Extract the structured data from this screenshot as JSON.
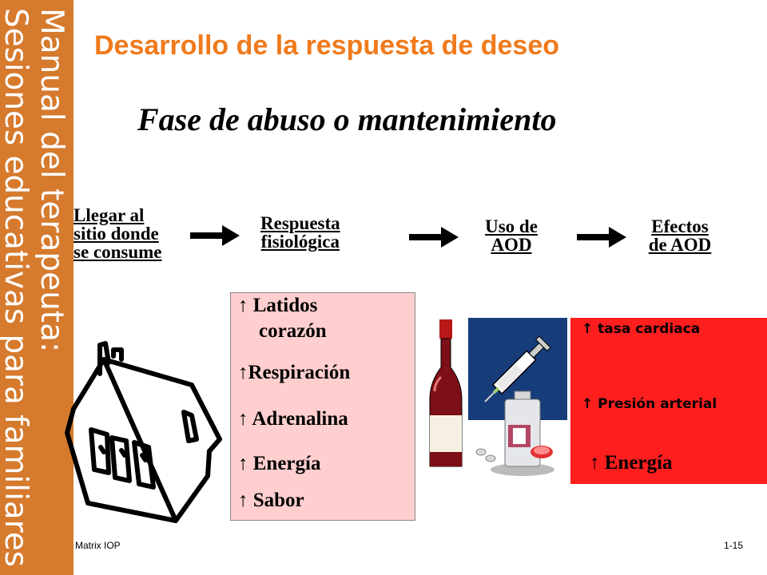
{
  "sidebar": {
    "line1": "Manual del terapeuta:",
    "line2": "Sesiones educativas para familiares"
  },
  "slide": {
    "title": "Desarrollo de la respuesta de deseo",
    "subtitle": "Fase de abuso o mantenimiento"
  },
  "flow": {
    "step1": [
      "Llegar al",
      "sitio donde",
      "se consume"
    ],
    "step2": [
      "Respuesta",
      "fisiológica"
    ],
    "step3": [
      "Uso de",
      "AOD"
    ],
    "step4": [
      "Efectos",
      "de AOD"
    ]
  },
  "physiological": {
    "arrow": "↑",
    "items": [
      "Latidos",
      "corazón",
      "Respiración",
      "Adrenalina",
      "Energía",
      "Sabor"
    ]
  },
  "effects": {
    "arrow": "↑",
    "items": [
      "tasa cardiaca",
      "Presión arterial",
      "Energía"
    ]
  },
  "footer": {
    "left": "Matrix IOP",
    "right": "1-15"
  },
  "colors": {
    "sidebar": "#d67a2d",
    "title": "#f07a1c",
    "pink_box": "#ffcfcf",
    "red_box": "#ff1e1e",
    "blue_panel": "#163d7a"
  },
  "icons": [
    "house-icon",
    "wine-bottle-icon",
    "syringe-icon",
    "pill-bottle-icon",
    "pills-icon",
    "arrow-right-icon"
  ]
}
